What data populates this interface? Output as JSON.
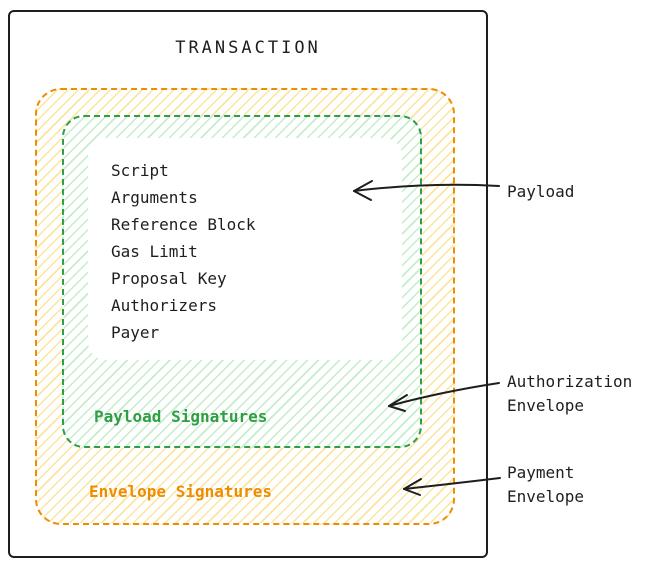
{
  "title": "TRANSACTION",
  "payload": {
    "fields": [
      "Script",
      "Arguments",
      "Reference Block",
      "Gas Limit",
      "Proposal Key",
      "Authorizers",
      "Payer"
    ]
  },
  "labels": {
    "payload_signatures": "Payload Signatures",
    "envelope_signatures": "Envelope Signatures"
  },
  "annotations": {
    "payload": {
      "label": "Payload"
    },
    "authorization_envelope": {
      "line1": "Authorization",
      "line2": "Envelope"
    },
    "payment_envelope": {
      "line1": "Payment",
      "line2": "Envelope"
    }
  },
  "colors": {
    "outline": "#1e1e1e",
    "green": "#2f9e44",
    "orange": "#f08c00",
    "green_hatch": "#54cd68",
    "yellow_hatch": "#fac424"
  }
}
